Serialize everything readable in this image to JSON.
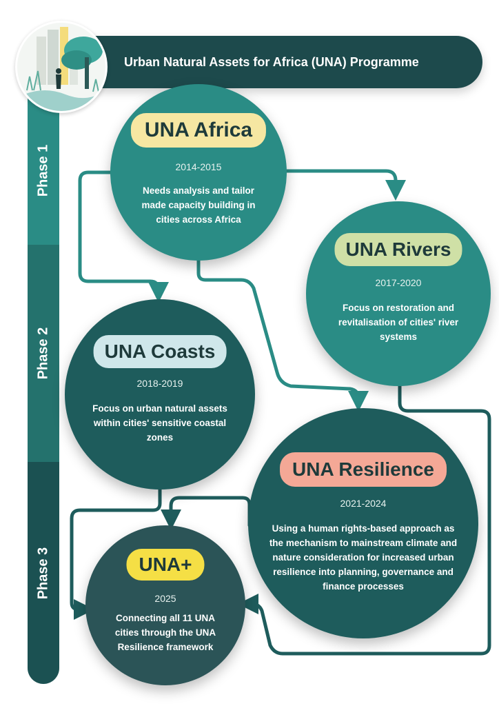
{
  "header": {
    "title": "Urban Natural Assets for Africa (UNA) Programme"
  },
  "phases": [
    {
      "label": "Phase 1"
    },
    {
      "label": "Phase 2"
    },
    {
      "label": "Phase 3"
    }
  ],
  "stages": {
    "africa": {
      "name": "UNA Africa",
      "years": "2014-2015",
      "description": "Needs analysis and tailor made capacity building in cities across Africa"
    },
    "rivers": {
      "name": "UNA Rivers",
      "years": "2017-2020",
      "description": "Focus on restoration and revitalisation of cities' river systems"
    },
    "coasts": {
      "name": "UNA Coasts",
      "years": "2018-2019",
      "description": "Focus on urban natural assets within cities' sensitive coastal zones"
    },
    "resilience": {
      "name": "UNA Resilience",
      "years": "2021-2024",
      "description": "Using a human rights-based approach as the mechanism to mainstream climate and nature consideration for increased urban resilience into planning, governance and finance processes"
    },
    "plus": {
      "name": "UNA+",
      "years": "2025",
      "description": "Connecting all 11 UNA cities through the UNA Resilience framework"
    }
  },
  "colors": {
    "header": "#1d4a4c",
    "phase1": "#2a8c85",
    "phase2": "#24726d",
    "phase3": "#1b5152",
    "pill_africa": "#f6e7a2",
    "pill_rivers": "#cfe0a6",
    "pill_coasts": "#cfe7ea",
    "pill_resilience": "#f4a896",
    "pill_plus": "#f5df45"
  },
  "icons": {
    "logo": "city-nature-logo-icon",
    "arrow": "arrow-head-icon"
  }
}
